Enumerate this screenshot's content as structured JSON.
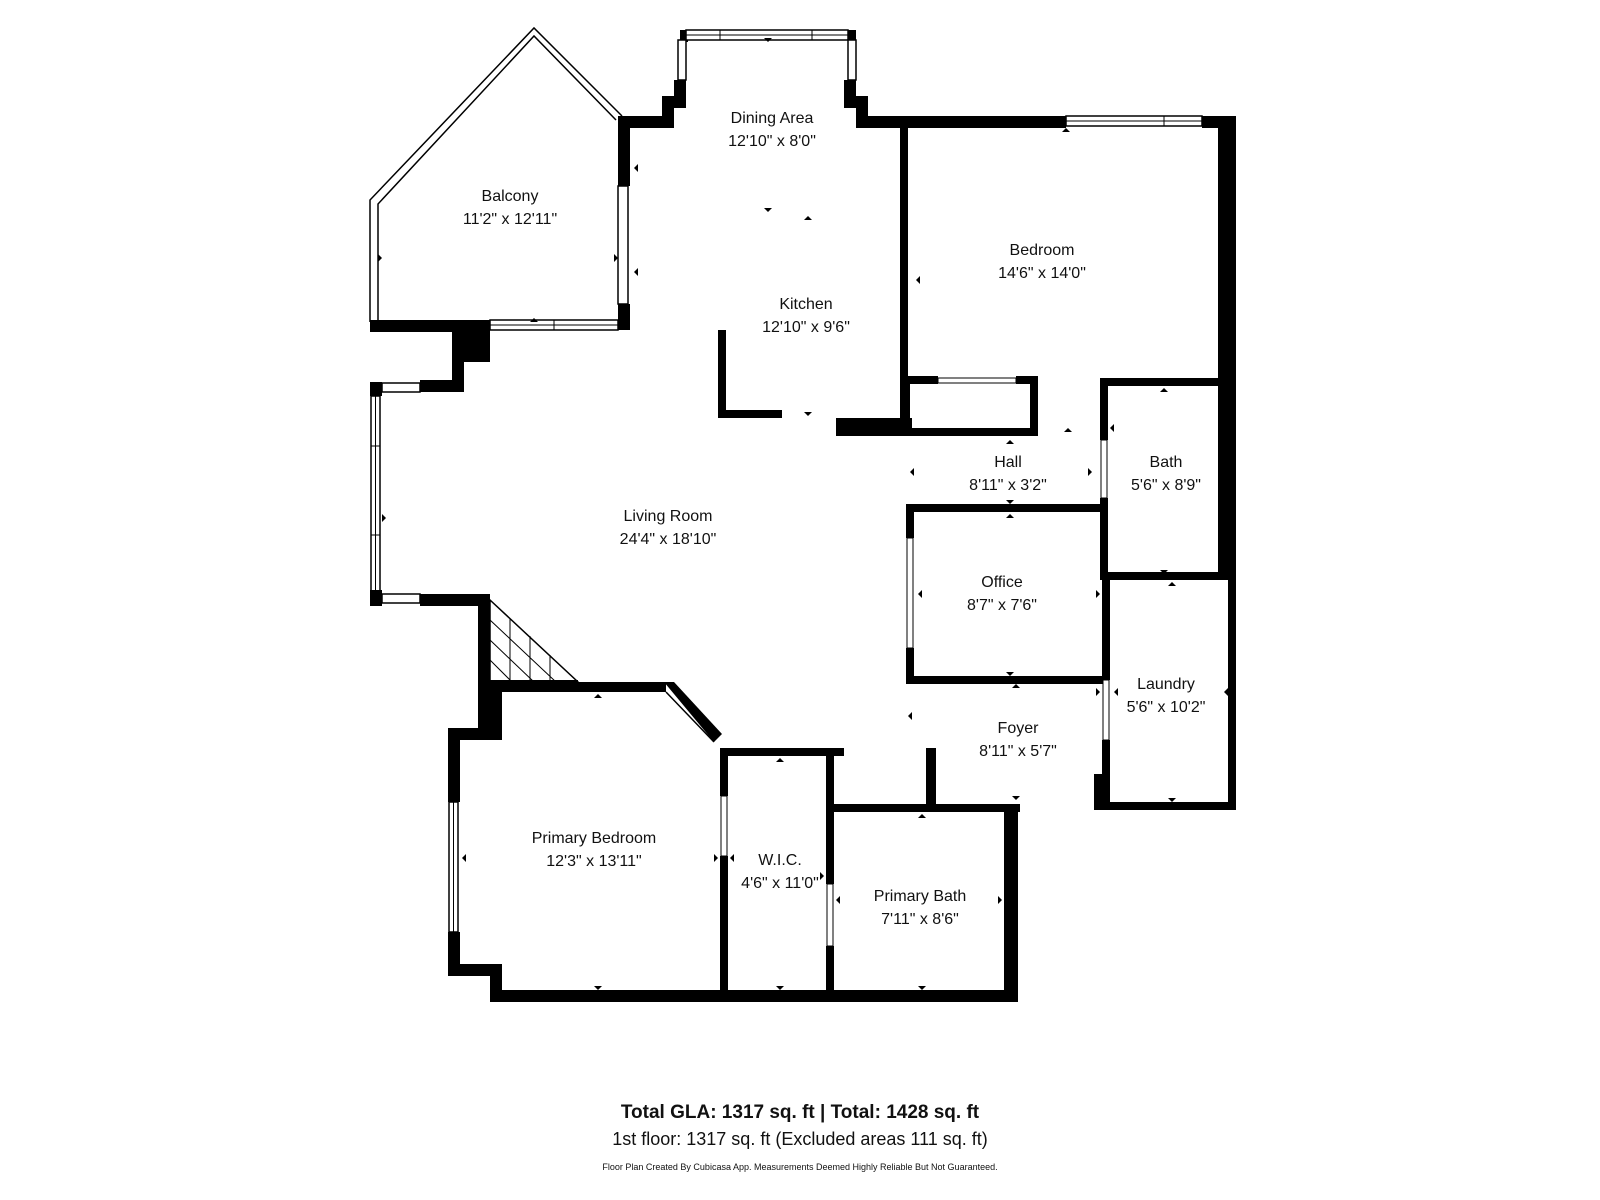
{
  "rooms": {
    "dining": {
      "name": "Dining Area",
      "dims": "12'10\" x 8'0\""
    },
    "balcony": {
      "name": "Balcony",
      "dims": "11'2\" x 12'11\""
    },
    "bedroom": {
      "name": "Bedroom",
      "dims": "14'6\" x 14'0\""
    },
    "kitchen": {
      "name": "Kitchen",
      "dims": "12'10\" x 9'6\""
    },
    "hall": {
      "name": "Hall",
      "dims": "8'11\" x 3'2\""
    },
    "bath": {
      "name": "Bath",
      "dims": "5'6\" x 8'9\""
    },
    "living": {
      "name": "Living Room",
      "dims": "24'4\" x 18'10\""
    },
    "office": {
      "name": "Office",
      "dims": "8'7\" x 7'6\""
    },
    "laundry": {
      "name": "Laundry",
      "dims": "5'6\" x 10'2\""
    },
    "foyer": {
      "name": "Foyer",
      "dims": "8'11\" x 5'7\""
    },
    "primary_bedroom": {
      "name": "Primary Bedroom",
      "dims": "12'3\" x 13'11\""
    },
    "wic": {
      "name": "W.I.C.",
      "dims": "4'6\" x 11'0\""
    },
    "primary_bath": {
      "name": "Primary Bath",
      "dims": "7'11\" x 8'6\""
    }
  },
  "footer": {
    "total_line": "Total GLA: 1317 sq. ft | Total: 1428 sq. ft",
    "floor_line": "1st floor: 1317 sq. ft (Excluded areas 111 sq. ft)",
    "credit": "Floor Plan Created By Cubicasa App. Measurements Deemed Highly Reliable But Not Guaranteed."
  },
  "colors": {
    "wall": "#000000",
    "background": "#ffffff",
    "text": "#111111"
  }
}
